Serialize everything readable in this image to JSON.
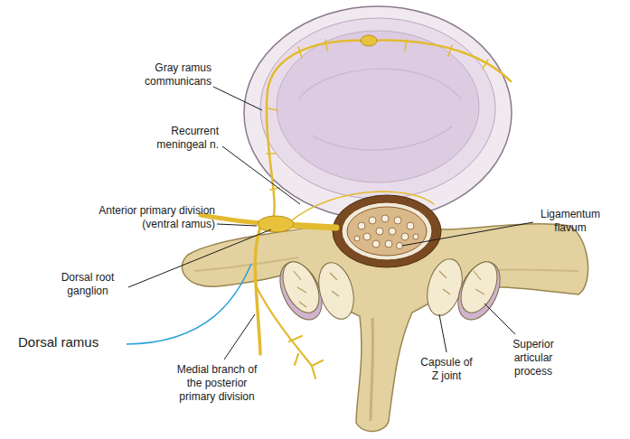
{
  "diagram": {
    "labels": [
      "Gray ramus communicans",
      "Recurrent meningeal n.",
      "Anterior primary division (ventral ramus)",
      "Ligamentum flavum",
      "Dorsal root ganglion",
      "Dorsal ramus",
      "Medial branch of the posterior primary division",
      "Capsule of Z joint",
      "Superior articular process"
    ]
  }
}
